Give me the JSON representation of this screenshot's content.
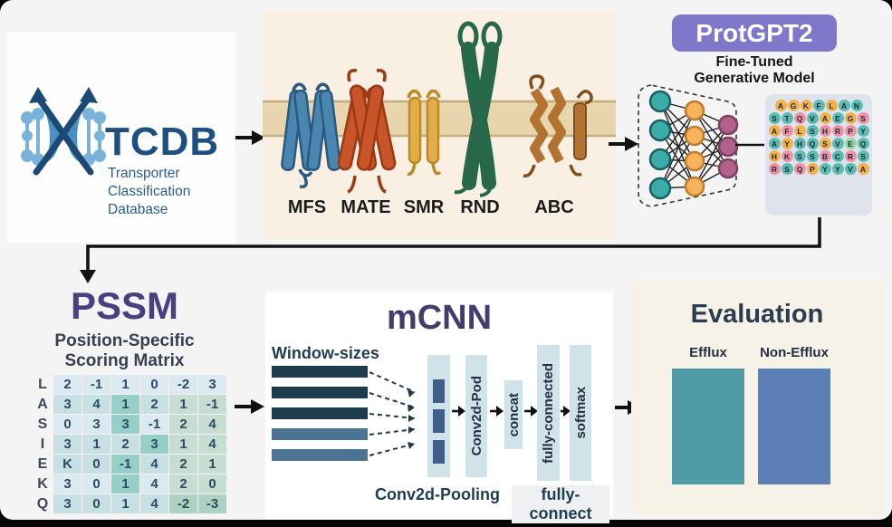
{
  "tcdb": {
    "acronym": "TCDB",
    "line1": "Transporter",
    "line2": "Classification",
    "line3": "Database"
  },
  "membrane": {
    "families": [
      "MFS",
      "MATE",
      "SMR",
      "RND",
      "ABC"
    ]
  },
  "protgpt2": {
    "badge": "ProtGPT2",
    "subtitle1": "Fine-Tuned",
    "subtitle2": "Generative Model",
    "sequences": [
      [
        {
          "ch": "A",
          "c": "o"
        },
        {
          "ch": "G",
          "c": "o"
        },
        {
          "ch": "K",
          "c": "o"
        },
        {
          "ch": "F",
          "c": "t"
        },
        {
          "ch": "L",
          "c": "o"
        },
        {
          "ch": "A",
          "c": "t"
        },
        {
          "ch": "N",
          "c": "t"
        }
      ],
      [
        {
          "ch": "S",
          "c": "t"
        },
        {
          "ch": "T",
          "c": "t"
        },
        {
          "ch": "Q",
          "c": "p"
        },
        {
          "ch": "V",
          "c": "t"
        },
        {
          "ch": "A",
          "c": "o"
        },
        {
          "ch": "E",
          "c": "t"
        },
        {
          "ch": "G",
          "c": "o"
        },
        {
          "ch": "S",
          "c": "p"
        }
      ],
      [
        {
          "ch": "A",
          "c": "o"
        },
        {
          "ch": "F",
          "c": "p"
        },
        {
          "ch": "L",
          "c": "o"
        },
        {
          "ch": "S",
          "c": "t"
        },
        {
          "ch": "H",
          "c": "p"
        },
        {
          "ch": "R",
          "c": "p"
        },
        {
          "ch": "P",
          "c": "p"
        },
        {
          "ch": "Y",
          "c": "t"
        }
      ],
      [
        {
          "ch": "A",
          "c": "t"
        },
        {
          "ch": "Y",
          "c": "o"
        },
        {
          "ch": "H",
          "c": "t"
        },
        {
          "ch": "Q",
          "c": "t"
        },
        {
          "ch": "S",
          "c": "o"
        },
        {
          "ch": "V",
          "c": "t"
        },
        {
          "ch": "E",
          "c": "g"
        },
        {
          "ch": "Q",
          "c": "t"
        }
      ],
      [
        {
          "ch": "H",
          "c": "o"
        },
        {
          "ch": "K",
          "c": "p"
        },
        {
          "ch": "S",
          "c": "t"
        },
        {
          "ch": "S",
          "c": "t"
        },
        {
          "ch": "B",
          "c": "p"
        },
        {
          "ch": "C",
          "c": "t"
        },
        {
          "ch": "R",
          "c": "p"
        },
        {
          "ch": "S",
          "c": "t"
        }
      ],
      [
        {
          "ch": "R",
          "c": "p"
        },
        {
          "ch": "S",
          "c": "t"
        },
        {
          "ch": "Q",
          "c": "p"
        },
        {
          "ch": "P",
          "c": "o"
        },
        {
          "ch": "Y",
          "c": "t"
        },
        {
          "ch": "Y",
          "c": "t"
        },
        {
          "ch": "V",
          "c": "t"
        },
        {
          "ch": "A",
          "c": "o"
        }
      ]
    ],
    "aa_colors": {
      "t": "#5bbcb4",
      "o": "#f3b14e",
      "p": "#ee93a5",
      "g": "#97d4a4"
    }
  },
  "pssm": {
    "title": "PSSM",
    "subtitle1": "Position-Specific",
    "subtitle2": "Scoring Matrix",
    "row_labels": [
      "L",
      "A",
      "S",
      "I",
      "E",
      "K",
      "Q"
    ],
    "rows": [
      [
        "2",
        "-1",
        "1",
        "0",
        "-2",
        "3"
      ],
      [
        "3",
        "4",
        "1",
        "2",
        "1",
        "-1"
      ],
      [
        "0",
        "3",
        "3",
        "-1",
        "2",
        "4"
      ],
      [
        "3",
        "1",
        "2",
        "3",
        "1",
        "4"
      ],
      [
        "K",
        "0",
        "-1",
        "4",
        "2",
        "1"
      ],
      [
        "3",
        "0",
        "1",
        "4",
        "2",
        "0"
      ],
      [
        "3",
        "0",
        "1",
        "4",
        "-2",
        "-3"
      ]
    ],
    "cell_shades": [
      [
        0,
        0,
        0,
        0,
        0,
        0
      ],
      [
        1,
        1,
        2,
        1,
        3,
        3
      ],
      [
        0,
        0,
        2,
        0,
        3,
        3
      ],
      [
        1,
        1,
        1,
        2,
        3,
        3
      ],
      [
        1,
        1,
        2,
        1,
        3,
        3
      ],
      [
        0,
        0,
        2,
        0,
        3,
        3
      ],
      [
        1,
        1,
        1,
        1,
        4,
        4
      ]
    ],
    "shade_palette": [
      "#dbeaf0",
      "#c6e0e4",
      "#96cfc8",
      "#c6ddd1",
      "#aed2c2"
    ]
  },
  "mcnn": {
    "title": "mCNN",
    "window_label": "Window-sizes",
    "bar_colors": [
      "#1f3c4e",
      "#1f3c4e",
      "#1f3c4e",
      "#4d7394",
      "#4d7394"
    ],
    "stages": [
      {
        "label": "Conv2d-Pod"
      },
      {
        "label": "concat"
      },
      {
        "label": "fully-connected"
      },
      {
        "label": "softmax"
      }
    ],
    "bottom_labels": [
      "Conv2d-Pooling",
      "fully-connect"
    ]
  },
  "evaluation": {
    "title": "Evaluation",
    "bars": [
      {
        "label": "Efflux",
        "color": "#4f9ba5"
      },
      {
        "label": "Non-Efflux",
        "color": "#5c80b5"
      }
    ]
  },
  "colors": {
    "badge_purple": "#7f77c9",
    "pssm_purple": "#4a4080",
    "mcnn_purple": "#453c6e",
    "tcdb_navy": "#1d5080",
    "stage_lightblue": "#cfe3e9",
    "membrane_band": "#e9d5ad",
    "mfs_blue": "#4a87b0",
    "mate_orange": "#c9542a",
    "smr_yellow": "#e2ae49",
    "rnd_green": "#27684b",
    "abc_brown": "#b3722f"
  }
}
